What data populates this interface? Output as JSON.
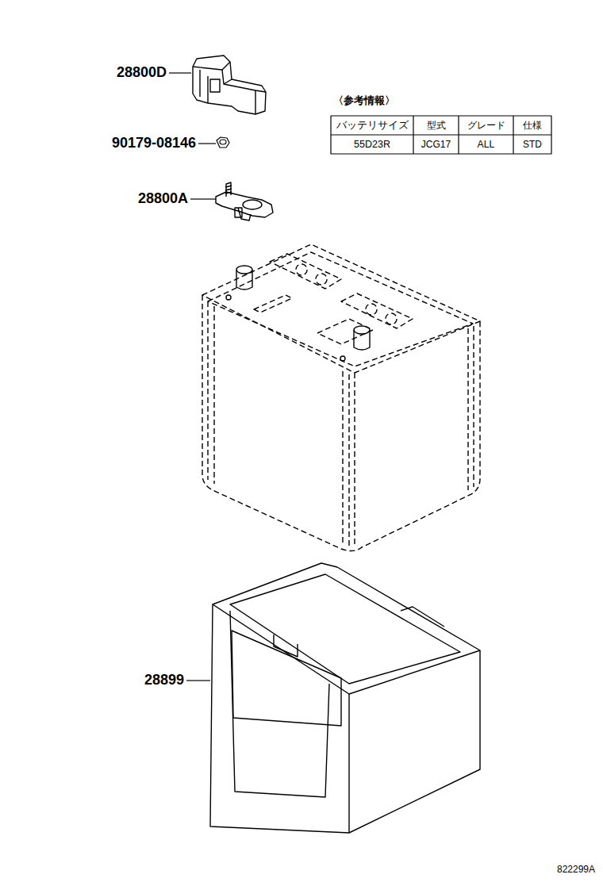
{
  "diagram": {
    "labels": [
      "28800D",
      "〈参考情報〉",
      "バッテリサイズ",
      "型式",
      "グレード",
      "仕様",
      "55D23R",
      "JCG17",
      "ALL",
      "STD",
      "90179-08146",
      "28800A",
      "28899",
      "822299A"
    ]
  }
}
